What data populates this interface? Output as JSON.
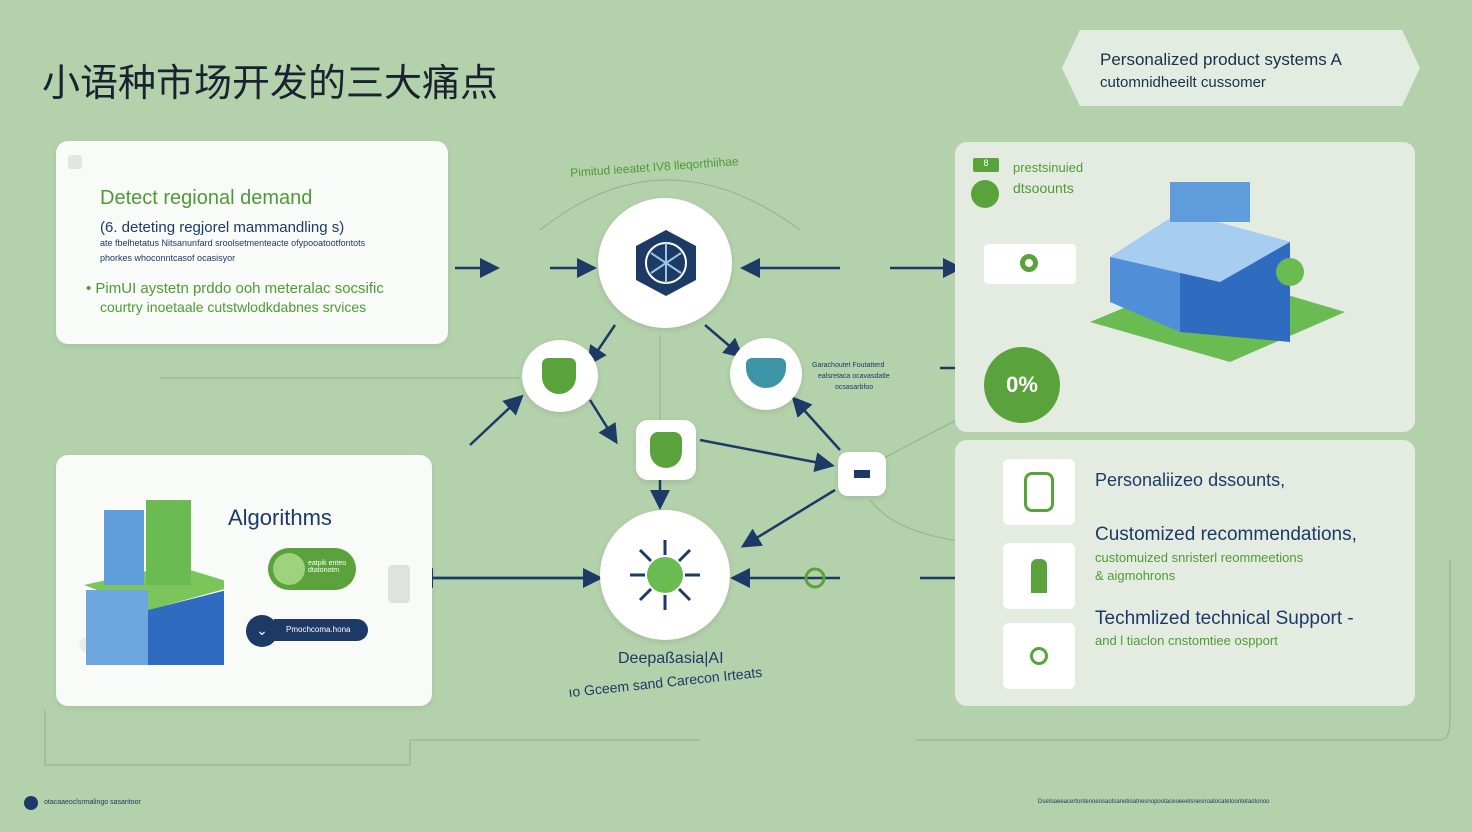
{
  "title": "小语种市场开发的三大痛点",
  "badge": {
    "line1": "Personalized product systems A",
    "line2": "cutomnidheeilt cussomer"
  },
  "left_top": {
    "heading": "Detect regional demand",
    "sub": "(6. deteting regjorel mammandling s)",
    "small1": "ate fbelhetatus Nitsanunfard sroolsetmenteacte ofypooatootfontots",
    "small2": "phorkes whoconntcasof ocasisyor",
    "bullet": "PimUI aystetn prddo ooh meteralac socsific",
    "bullet2": "courtry inoetaale cutstwlodkdabnes srvices"
  },
  "left_bottom": {
    "heading": "Algorithms",
    "pill_green": "eatpik enteo dtatonotm",
    "pill_navy": "Pmochcoma.hona"
  },
  "center": {
    "arc_top": "Pimitud ieeatet IV8 lleqorthiihae",
    "bottom_label": "Deepaßasia|AI",
    "arc_bottom": "ıo Gceem sand Carecon Irteats",
    "side_note1": "Garachoutet Foutatterd",
    "side_note2": "ealsretaca ocavasdatle",
    "side_note3": "ocsasarbfoo"
  },
  "right_top": {
    "badge_num": "8",
    "label1": "prestsinuied",
    "label2": "dtsoounts",
    "percent": "0%"
  },
  "right_bottom": {
    "items": [
      {
        "title": "Personaliizeo dssounts,",
        "sub": ""
      },
      {
        "title": "Customized recommendations,",
        "sub": "customuized snristerl reommeetions",
        "sub2": "& aigmohrons"
      },
      {
        "title": "Techmlized technical Support -",
        "sub": "and l tiaclon cnstomtiee ospport"
      }
    ]
  },
  "footer": {
    "left": "otacaaeoclsrmalingo sasaritoor",
    "right": "Dsetoaeeacertontenoeosaotsanetioatnesnopootaceoeeetsnesnoatocatetoontetaotonoo"
  },
  "colors": {
    "background": "#b3d1ab",
    "accent_green": "#5aa23c",
    "navy": "#1d3a66"
  }
}
